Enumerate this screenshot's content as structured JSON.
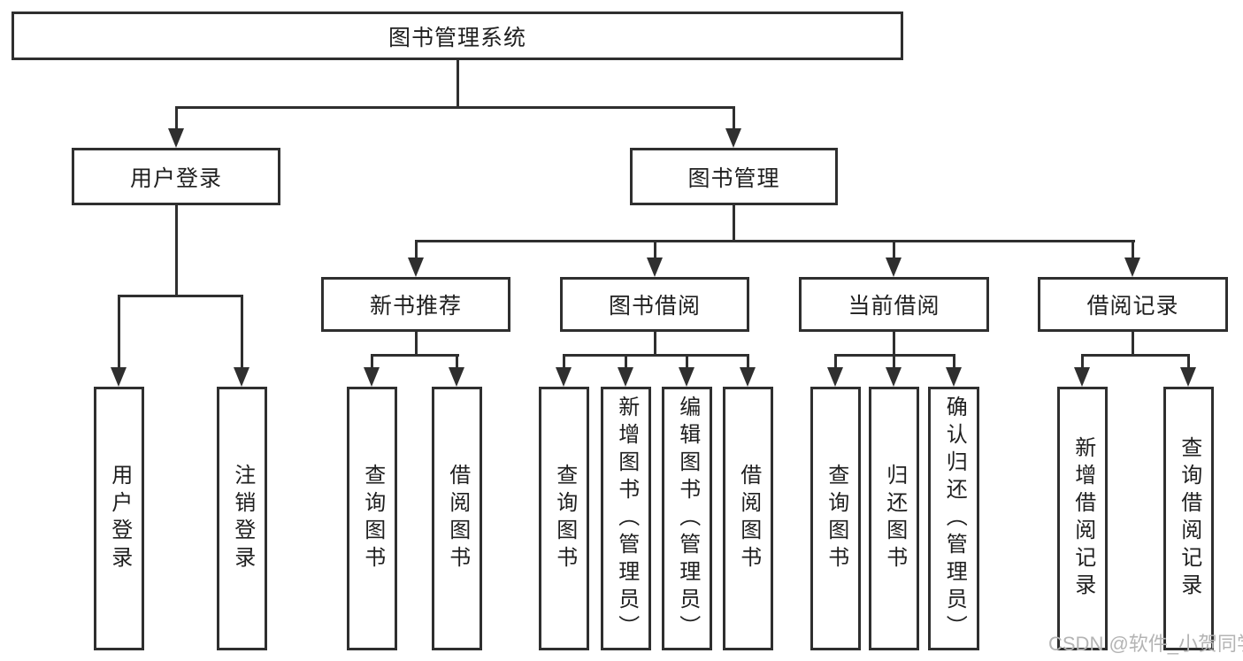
{
  "diagram_type": "hierarchy",
  "tree": {
    "label": "图书管理系统",
    "children": [
      {
        "label": "用户登录",
        "children": [
          {
            "label": "用户登录"
          },
          {
            "label": "注销登录"
          }
        ]
      },
      {
        "label": "图书管理",
        "children": [
          {
            "label": "新书推荐",
            "children": [
              {
                "label": "查询图书"
              },
              {
                "label": "借阅图书"
              }
            ]
          },
          {
            "label": "图书借阅",
            "children": [
              {
                "label": "查询图书"
              },
              {
                "label": "新增图书（管理员）"
              },
              {
                "label": "编辑图书（管理员）"
              },
              {
                "label": "借阅图书"
              }
            ]
          },
          {
            "label": "当前借阅",
            "children": [
              {
                "label": "查询图书"
              },
              {
                "label": "归还图书"
              },
              {
                "label": "确认归还（管理员）"
              }
            ]
          },
          {
            "label": "借阅记录",
            "children": [
              {
                "label": "新增借阅记录"
              },
              {
                "label": "查询借阅记录"
              }
            ]
          }
        ]
      }
    ]
  },
  "watermark": {
    "text": "CSDN @软件_小贺同学"
  },
  "colors": {
    "line": "#2f2f2f",
    "text": "#1f1f1f",
    "box_background": "#ffffff",
    "watermark": "#b4b4b4"
  }
}
